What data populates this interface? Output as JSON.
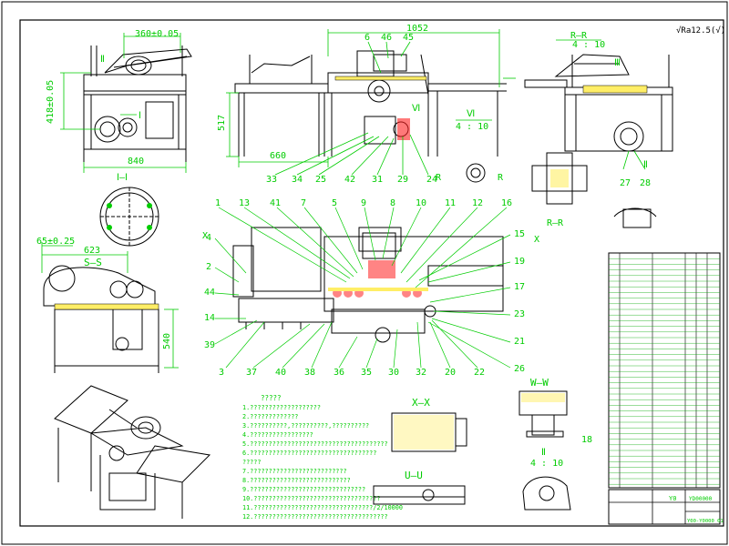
{
  "colors": {
    "sheet": "#ffffff",
    "line": "#000000",
    "dim": "#00cc00",
    "accent": "#ff2020",
    "hatch": "#ffee66",
    "cyan": "#008080"
  },
  "corner_mark": "√Ra12.5(√)",
  "dimensions": {
    "d360": "360±0.05",
    "d418": "418±0.05",
    "d840": "840",
    "d1052": "1052",
    "d517": "517",
    "d660": "660",
    "d65": "65±0.25",
    "d623": "623",
    "d540": "540"
  },
  "section_labels": {
    "ii": "Ⅱ",
    "i": "Ⅰ",
    "vi": "Ⅵ",
    "vi_scale_top": "Ⅵ",
    "vi_scale_bot": "4 : 10",
    "rr_top_title": "R—R",
    "rr_top_scale": "4 : 10",
    "iii": "Ⅲ",
    "ii_side": "Ⅱ",
    "i_i": "Ⅰ—Ⅰ",
    "s_s": "S—S",
    "rr_mid": "R—R",
    "r_left": "R",
    "r_right": "R",
    "x_left": "X",
    "x_right": "X",
    "xx": "X—X",
    "uu": "U—U",
    "ww": "W—W",
    "ii_bot": "Ⅱ",
    "ii_bot_scale": "4 : 10",
    "n18": "18"
  },
  "view_part_numbers": {
    "top_row": [
      "6",
      "46",
      "45"
    ],
    "bottom_row": [
      "33",
      "34",
      "25",
      "42",
      "31",
      "29",
      "24"
    ],
    "right_view": [
      "27",
      "28"
    ]
  },
  "plan_part_numbers": {
    "top_row": [
      "1",
      "13",
      "41",
      "7",
      "5",
      "9",
      "8",
      "10",
      "11",
      "12",
      "16"
    ],
    "left_col": [
      "4",
      "2",
      "44",
      "14",
      "39"
    ],
    "right_col": [
      "15",
      "19",
      "17",
      "23",
      "21",
      "26"
    ],
    "bottom_row": [
      "3",
      "37",
      "40",
      "38",
      "36",
      "35",
      "30",
      "32",
      "20",
      "22"
    ]
  },
  "notes": {
    "heading": "?????",
    "lines": [
      "1.???????????????????",
      "2.?????????????",
      "3.??????????,??????????,??????????",
      "4.?????????????????",
      "5.?????????????????????????????????????",
      "6.??????????????????????????????????",
      "?????",
      "7.??????????????????????????",
      "8.???????????????????????????",
      "9.???????????????????????????????",
      "10.??????????????????????????????????",
      "11.????????????????????????????????/2/10000",
      "12.????????????????????????????????????"
    ]
  },
  "title_block": {
    "drawing_number": "Y0",
    "code": "YD00000",
    "bottom_text": "Y00-Y0000 01"
  }
}
